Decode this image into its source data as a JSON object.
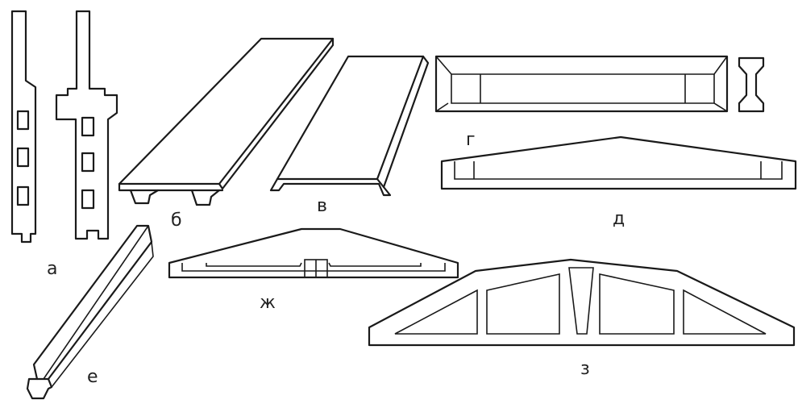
{
  "labels": {
    "a": "а",
    "b": "б",
    "v": "в",
    "g": "г",
    "d": "д",
    "e": "е",
    "zh": "ж",
    "z": "з"
  },
  "colors": {
    "line": "#1a1a1a",
    "background": "#ffffff"
  }
}
